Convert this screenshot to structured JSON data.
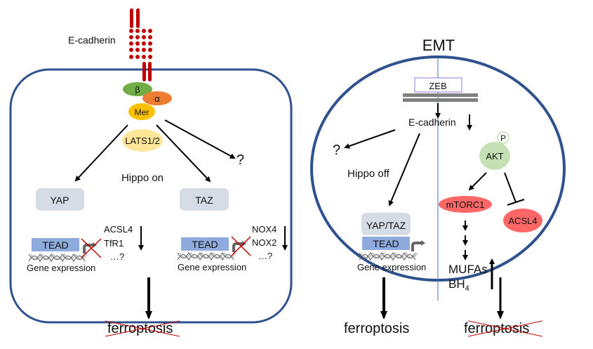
{
  "left_panel": {
    "ecadherin_label": "E-cadherin",
    "beta_label": "β",
    "alpha_label": "α",
    "mer_label": "Mer",
    "lats_label": "LATS1/2",
    "question_mark": "?",
    "hippo_label": "Hippo on",
    "yap_label": "YAP",
    "taz_label": "TAZ",
    "left_tead_label": "TEAD",
    "left_gene_expression": "Gene expression",
    "left_targets": [
      "ACSL4",
      "TfR1",
      "…?"
    ],
    "right_tead_label": "TEAD",
    "right_gene_expression": "Gene expression",
    "right_targets": [
      "NOX4",
      "NOX2",
      "…?"
    ],
    "outcome_label": "ferroptosis",
    "outcome_crossed": true
  },
  "right_panel": {
    "title": "EMT",
    "zeb_label": "ZEB",
    "ecadherin_label": "E-cadherin",
    "question_mark": "?",
    "hippo_label": "Hippo off",
    "yaptaz_label": "YAP/TAZ",
    "tead_label": "TEAD",
    "gene_expression": "Gene expression",
    "phospho_label": "P",
    "akt_label": "AKT",
    "mtorc_label": "mTORC1",
    "acsl4_label": "ACSL4",
    "mufas_label": "MUFAs",
    "bh4_label": "BH",
    "bh4_sub": "4",
    "outcome_left_label": "ferroptosis",
    "outcome_left_crossed": false,
    "outcome_right_label": "ferroptosis",
    "outcome_right_crossed": true
  },
  "colors": {
    "membrane": "#2F528F",
    "ecadherin": "#C00000",
    "beta": "#70AD47",
    "alpha": "#ED7D31",
    "mer": "#FFC000",
    "lats": "#FFE699",
    "yap_box": "#D6DCE5",
    "tead_box": "#8FAADC",
    "akt": "#C5E0B4",
    "mtorc": "#FF6666",
    "zeb_border": "#9473D8",
    "dna_bar": "#808080",
    "cross": "#C00000"
  }
}
